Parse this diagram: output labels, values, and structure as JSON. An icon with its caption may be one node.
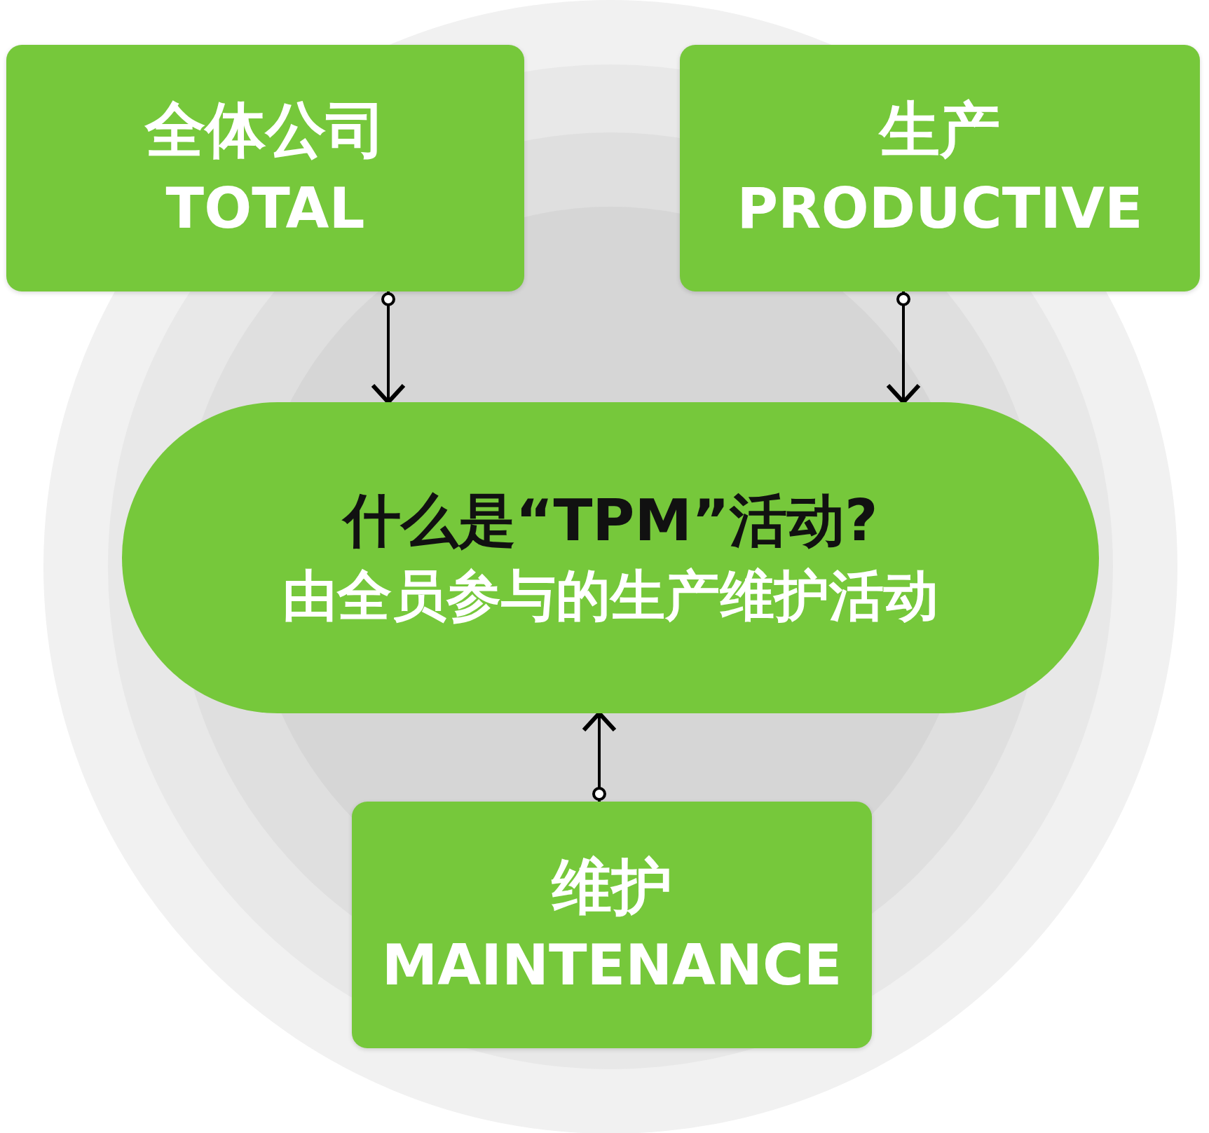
{
  "diagram": {
    "nodes": [
      {
        "text": [
          "全体公司",
          "TOTAL"
        ]
      },
      {
        "text": [
          "生产",
          "PRODUCTIVE"
        ]
      },
      {
        "text": [
          "什么是“TPM”活动?",
          "由全员参与的生产维护活动"
        ]
      },
      {
        "text": [
          "维护",
          "MAINTENANCE"
        ]
      }
    ],
    "edges": [
      {
        "from": 0,
        "to": 2,
        "arrow": "to"
      },
      {
        "from": 1,
        "to": 2,
        "arrow": "to"
      },
      {
        "from": 3,
        "to": 2,
        "arrow": "to"
      }
    ]
  }
}
